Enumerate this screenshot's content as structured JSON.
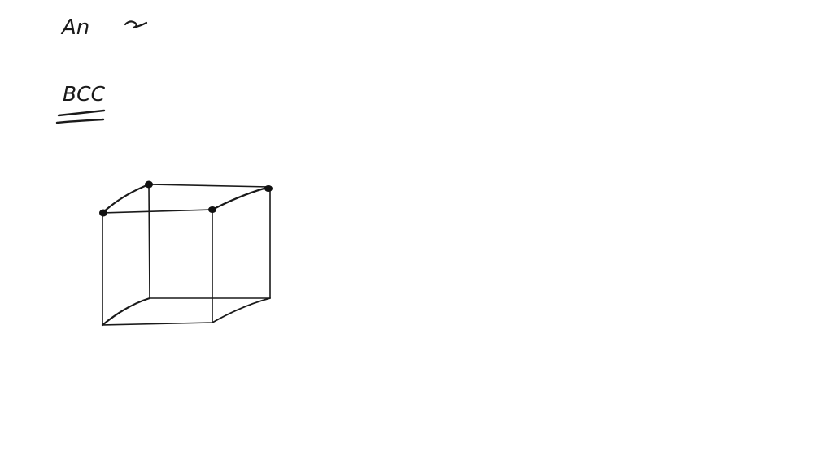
{
  "whiteboard": {
    "background": "#ffffff",
    "ink_color": "#1a1a1a",
    "top_text_cut_off": "An",
    "heading": "BCC",
    "heading_underlined": true
  },
  "diagram": {
    "shape": "cube",
    "style": "wireframe",
    "marked_corners": 4
  }
}
